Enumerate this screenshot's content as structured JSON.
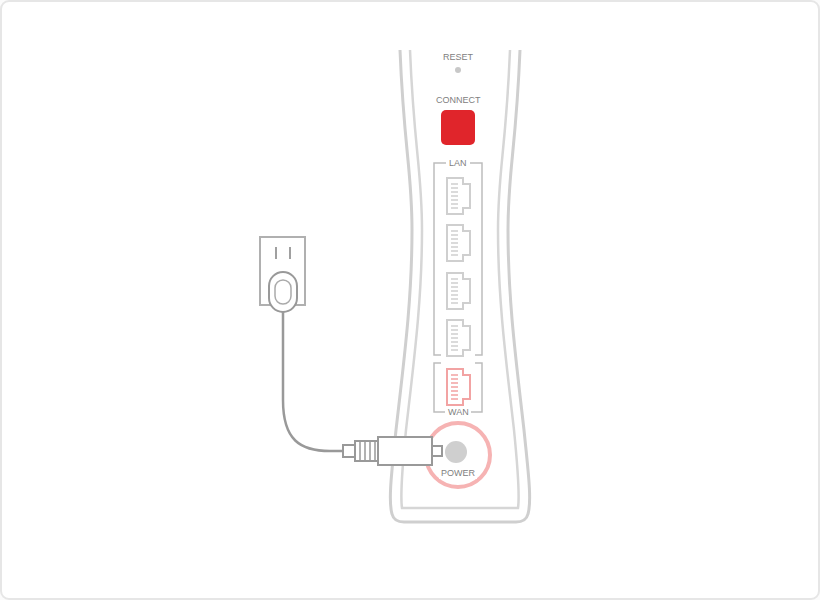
{
  "diagram": {
    "labels": [
      "RESET",
      "CONNECT",
      "LAN",
      "WAN",
      "POWER"
    ]
  }
}
